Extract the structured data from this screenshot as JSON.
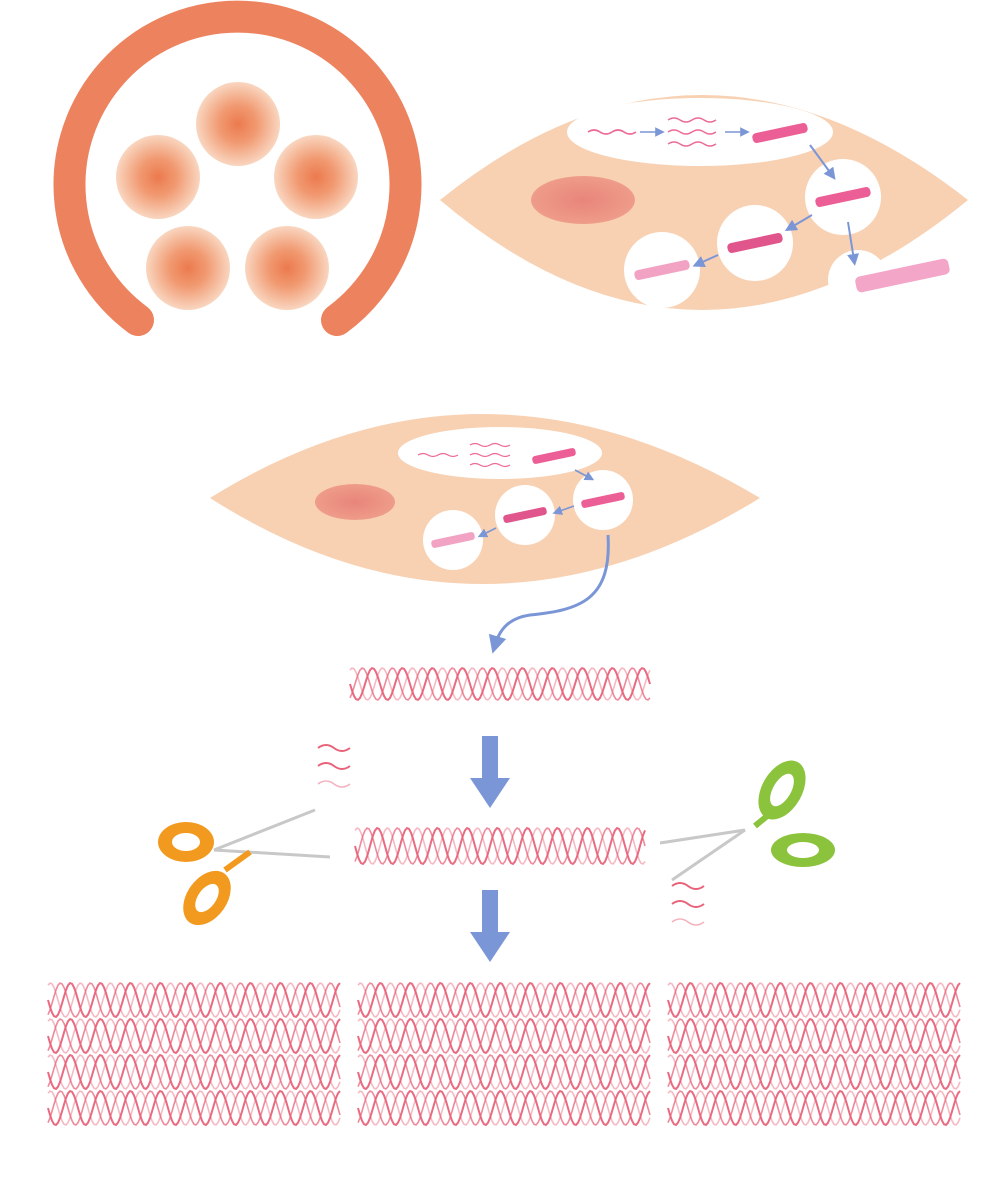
{
  "title": "",
  "colors": {
    "background": "#ffffff",
    "muscle_ring": "#ec7c55",
    "fibroblast_cell": "#f8cfaf",
    "cell_nucleus": "#e8857a",
    "vesicle": "#ffffff",
    "collagen": "#ec6a93",
    "triple_helix": "#e8637a",
    "flow_arrow": "#7b96d6",
    "scissors_left": "#f29a1f",
    "scissors_right": "#8bc43c"
  },
  "icons": {
    "ring_structure": "muscle-ring-icon",
    "top_cell": "fibroblast-cell-icon",
    "middle_cell": "fibroblast-cell-icon",
    "left_scissors": "scissors-icon",
    "right_scissors": "scissors-icon",
    "down_arrow": "arrow-down-icon",
    "curved_arrow": "curved-arrow-icon"
  },
  "stages": {
    "procollagen_strands": 1,
    "cleaved_tropocollagen": 1,
    "fibril_bundles": 3,
    "helices_per_bundle": 4
  }
}
